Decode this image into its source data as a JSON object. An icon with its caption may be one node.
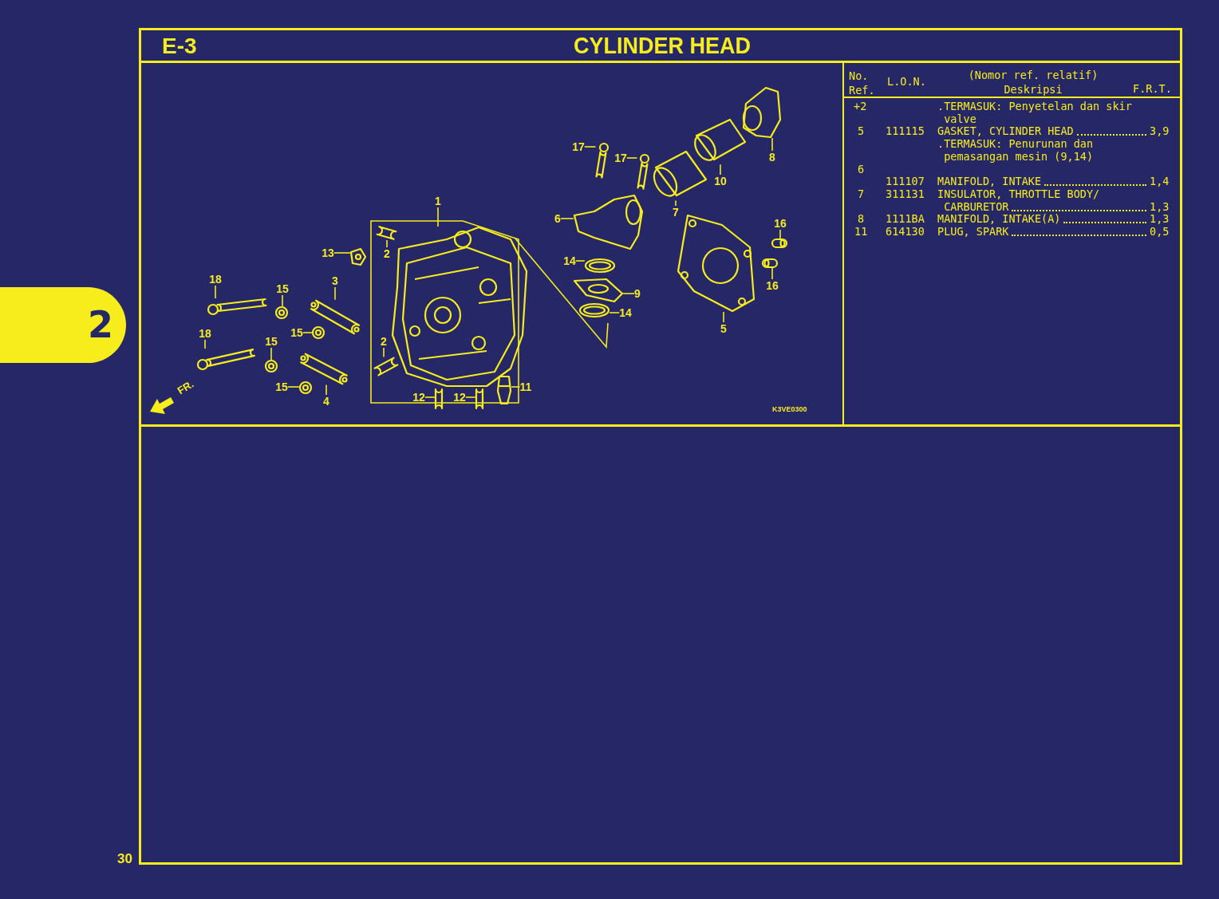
{
  "diagram": {
    "title": "CYLINDER HEAD",
    "nodes": [
      {
        "text": [
          "1"
        ]
      },
      {
        "text": [
          "13"
        ]
      },
      {
        "text": [
          "2"
        ]
      },
      {
        "text": [
          "18"
        ]
      },
      {
        "text": [
          "15"
        ]
      },
      {
        "text": [
          "3"
        ]
      },
      {
        "text": [
          "15"
        ]
      },
      {
        "text": [
          "18"
        ]
      },
      {
        "text": [
          "15"
        ]
      },
      {
        "text": [
          "2"
        ]
      },
      {
        "text": [
          "15"
        ]
      },
      {
        "text": [
          "4"
        ]
      },
      {
        "text": [
          "12"
        ]
      },
      {
        "text": [
          "12"
        ]
      },
      {
        "text": [
          "11"
        ]
      },
      {
        "text": [
          "17"
        ]
      },
      {
        "text": [
          "17"
        ]
      },
      {
        "text": [
          "6"
        ]
      },
      {
        "text": [
          "14"
        ]
      },
      {
        "text": [
          "9"
        ]
      },
      {
        "text": [
          "14"
        ]
      },
      {
        "text": [
          "7"
        ]
      },
      {
        "text": [
          "10"
        ]
      },
      {
        "text": [
          "8"
        ]
      },
      {
        "text": [
          "16"
        ]
      },
      {
        "text": [
          "16"
        ]
      },
      {
        "text": [
          "5"
        ]
      },
      {
        "text": [],
        "shape": "picture"
      },
      {
        "text": [],
        "shape": "picture"
      },
      {
        "text": [],
        "shape": "picture"
      },
      {
        "text": [],
        "shape": "picture"
      },
      {
        "text": [],
        "shape": "picture"
      },
      {
        "text": [],
        "shape": "picture"
      },
      {
        "text": [],
        "shape": "picture"
      },
      {
        "text": [],
        "shape": "picture"
      },
      {
        "text": [],
        "shape": "picture"
      },
      {
        "text": [],
        "shape": "picture"
      },
      {
        "text": [],
        "shape": "picture"
      },
      {
        "text": [],
        "shape": "picture"
      },
      {
        "text": [],
        "shape": "picture"
      },
      {
        "text": [],
        "shape": "picture"
      },
      {
        "text": [],
        "shape": "picture"
      },
      {
        "text": [],
        "shape": "picture"
      },
      {
        "text": [],
        "shape": "picture"
      },
      {
        "text": [],
        "shape": "picture"
      },
      {
        "text": [],
        "shape": "picture"
      },
      {
        "text": [],
        "shape": "picture"
      },
      {
        "text": [],
        "shape": "picture"
      },
      {
        "text": [],
        "shape": "picture"
      },
      {
        "text": [],
        "shape": "picture"
      },
      {
        "text": [],
        "shape": "picture"
      },
      {
        "text": [],
        "shape": "picture"
      },
      {
        "text": [],
        "shape": "picture"
      },
      {
        "text": [],
        "shape": "picture"
      }
    ],
    "edges": [
      {
        "from": 0,
        "to": 27,
        "arrow": "none"
      },
      {
        "from": 1,
        "to": 28,
        "arrow": "none"
      },
      {
        "from": 2,
        "to": 29,
        "arrow": "none"
      },
      {
        "from": 3,
        "to": 30,
        "arrow": "none"
      },
      {
        "from": 4,
        "to": 31,
        "arrow": "none"
      },
      {
        "from": 5,
        "to": 32,
        "arrow": "none"
      },
      {
        "from": 6,
        "to": 33,
        "arrow": "none"
      },
      {
        "from": 7,
        "to": 34,
        "arrow": "none"
      },
      {
        "from": 8,
        "to": 35,
        "arrow": "none"
      },
      {
        "from": 9,
        "to": 36,
        "arrow": "none"
      },
      {
        "from": 10,
        "to": 37,
        "arrow": "none"
      },
      {
        "from": 11,
        "to": 38,
        "arrow": "none"
      },
      {
        "from": 12,
        "to": 39,
        "arrow": "none"
      },
      {
        "from": 13,
        "to": 40,
        "arrow": "none"
      },
      {
        "from": 14,
        "to": 41,
        "arrow": "none"
      },
      {
        "from": 15,
        "to": 42,
        "arrow": "none"
      },
      {
        "from": 16,
        "to": 43,
        "arrow": "none"
      },
      {
        "from": 17,
        "to": 44,
        "arrow": "none"
      },
      {
        "from": 18,
        "to": 45,
        "arrow": "none"
      },
      {
        "from": 19,
        "to": 46,
        "arrow": "none"
      },
      {
        "from": 20,
        "to": 47,
        "arrow": "none"
      },
      {
        "from": 21,
        "to": 48,
        "arrow": "none"
      },
      {
        "from": 22,
        "to": 49,
        "arrow": "none"
      },
      {
        "from": 23,
        "to": 50,
        "arrow": "none"
      },
      {
        "from": 24,
        "to": 51,
        "arrow": "none"
      },
      {
        "from": 25,
        "to": 52,
        "arrow": "none"
      },
      {
        "from": 26,
        "to": 53,
        "arrow": "none"
      }
    ],
    "labels": [
      "E-3",
      "2",
      "No. Ref.",
      "L.O.N.",
      "(Nomor ref. relatif) Deskripsi",
      "F.R.T.",
      "+2",
      ".TERMASUK: Penyetelan dan skir valve",
      "5",
      "111115",
      "GASKET, CYLINDER HEAD",
      "3,9",
      ".TERMASUK: Penurunan dan pemasangan mesin (9,14)",
      "6",
      "111107",
      "MANIFOLD, INTAKE",
      "1,4",
      "7",
      "311131",
      "INSULATOR, THROTTLE BODY/ CARBURETOR",
      "1,3",
      "8",
      "1111BA",
      "MANIFOLD, INTAKE(A)",
      "1,3",
      "11",
      "614130",
      "PLUG, SPARK",
      "0,5",
      "FR.",
      "K3VE0300",
      "30"
    ]
  }
}
